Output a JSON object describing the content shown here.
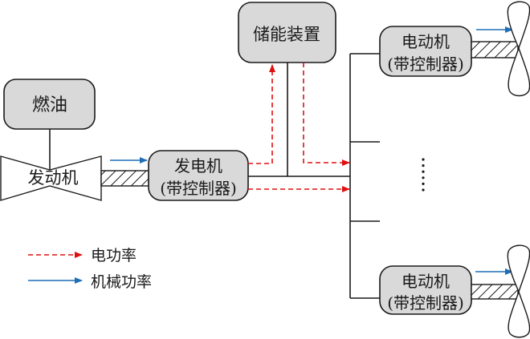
{
  "colors": {
    "electric_power": "#e01010",
    "mechanical_power": "#1f6fb8",
    "box_fill": "#d9d9d9"
  },
  "nodes": {
    "fuel": "燃油",
    "engine": "发动机",
    "generator": {
      "line1": "发电机",
      "line2": "(带控制器)"
    },
    "storage": "储能装置",
    "motor_top": {
      "line1": "电动机",
      "line2": "(带控制器)"
    },
    "motor_bottom": {
      "line1": "电动机",
      "line2": "(带控制器)"
    }
  },
  "ellipsis_dots": 6,
  "legend": {
    "items": [
      {
        "label": "电功率",
        "style": "dashed-red-arrow"
      },
      {
        "label": "机械功率",
        "style": "solid-blue-arrow"
      }
    ]
  }
}
